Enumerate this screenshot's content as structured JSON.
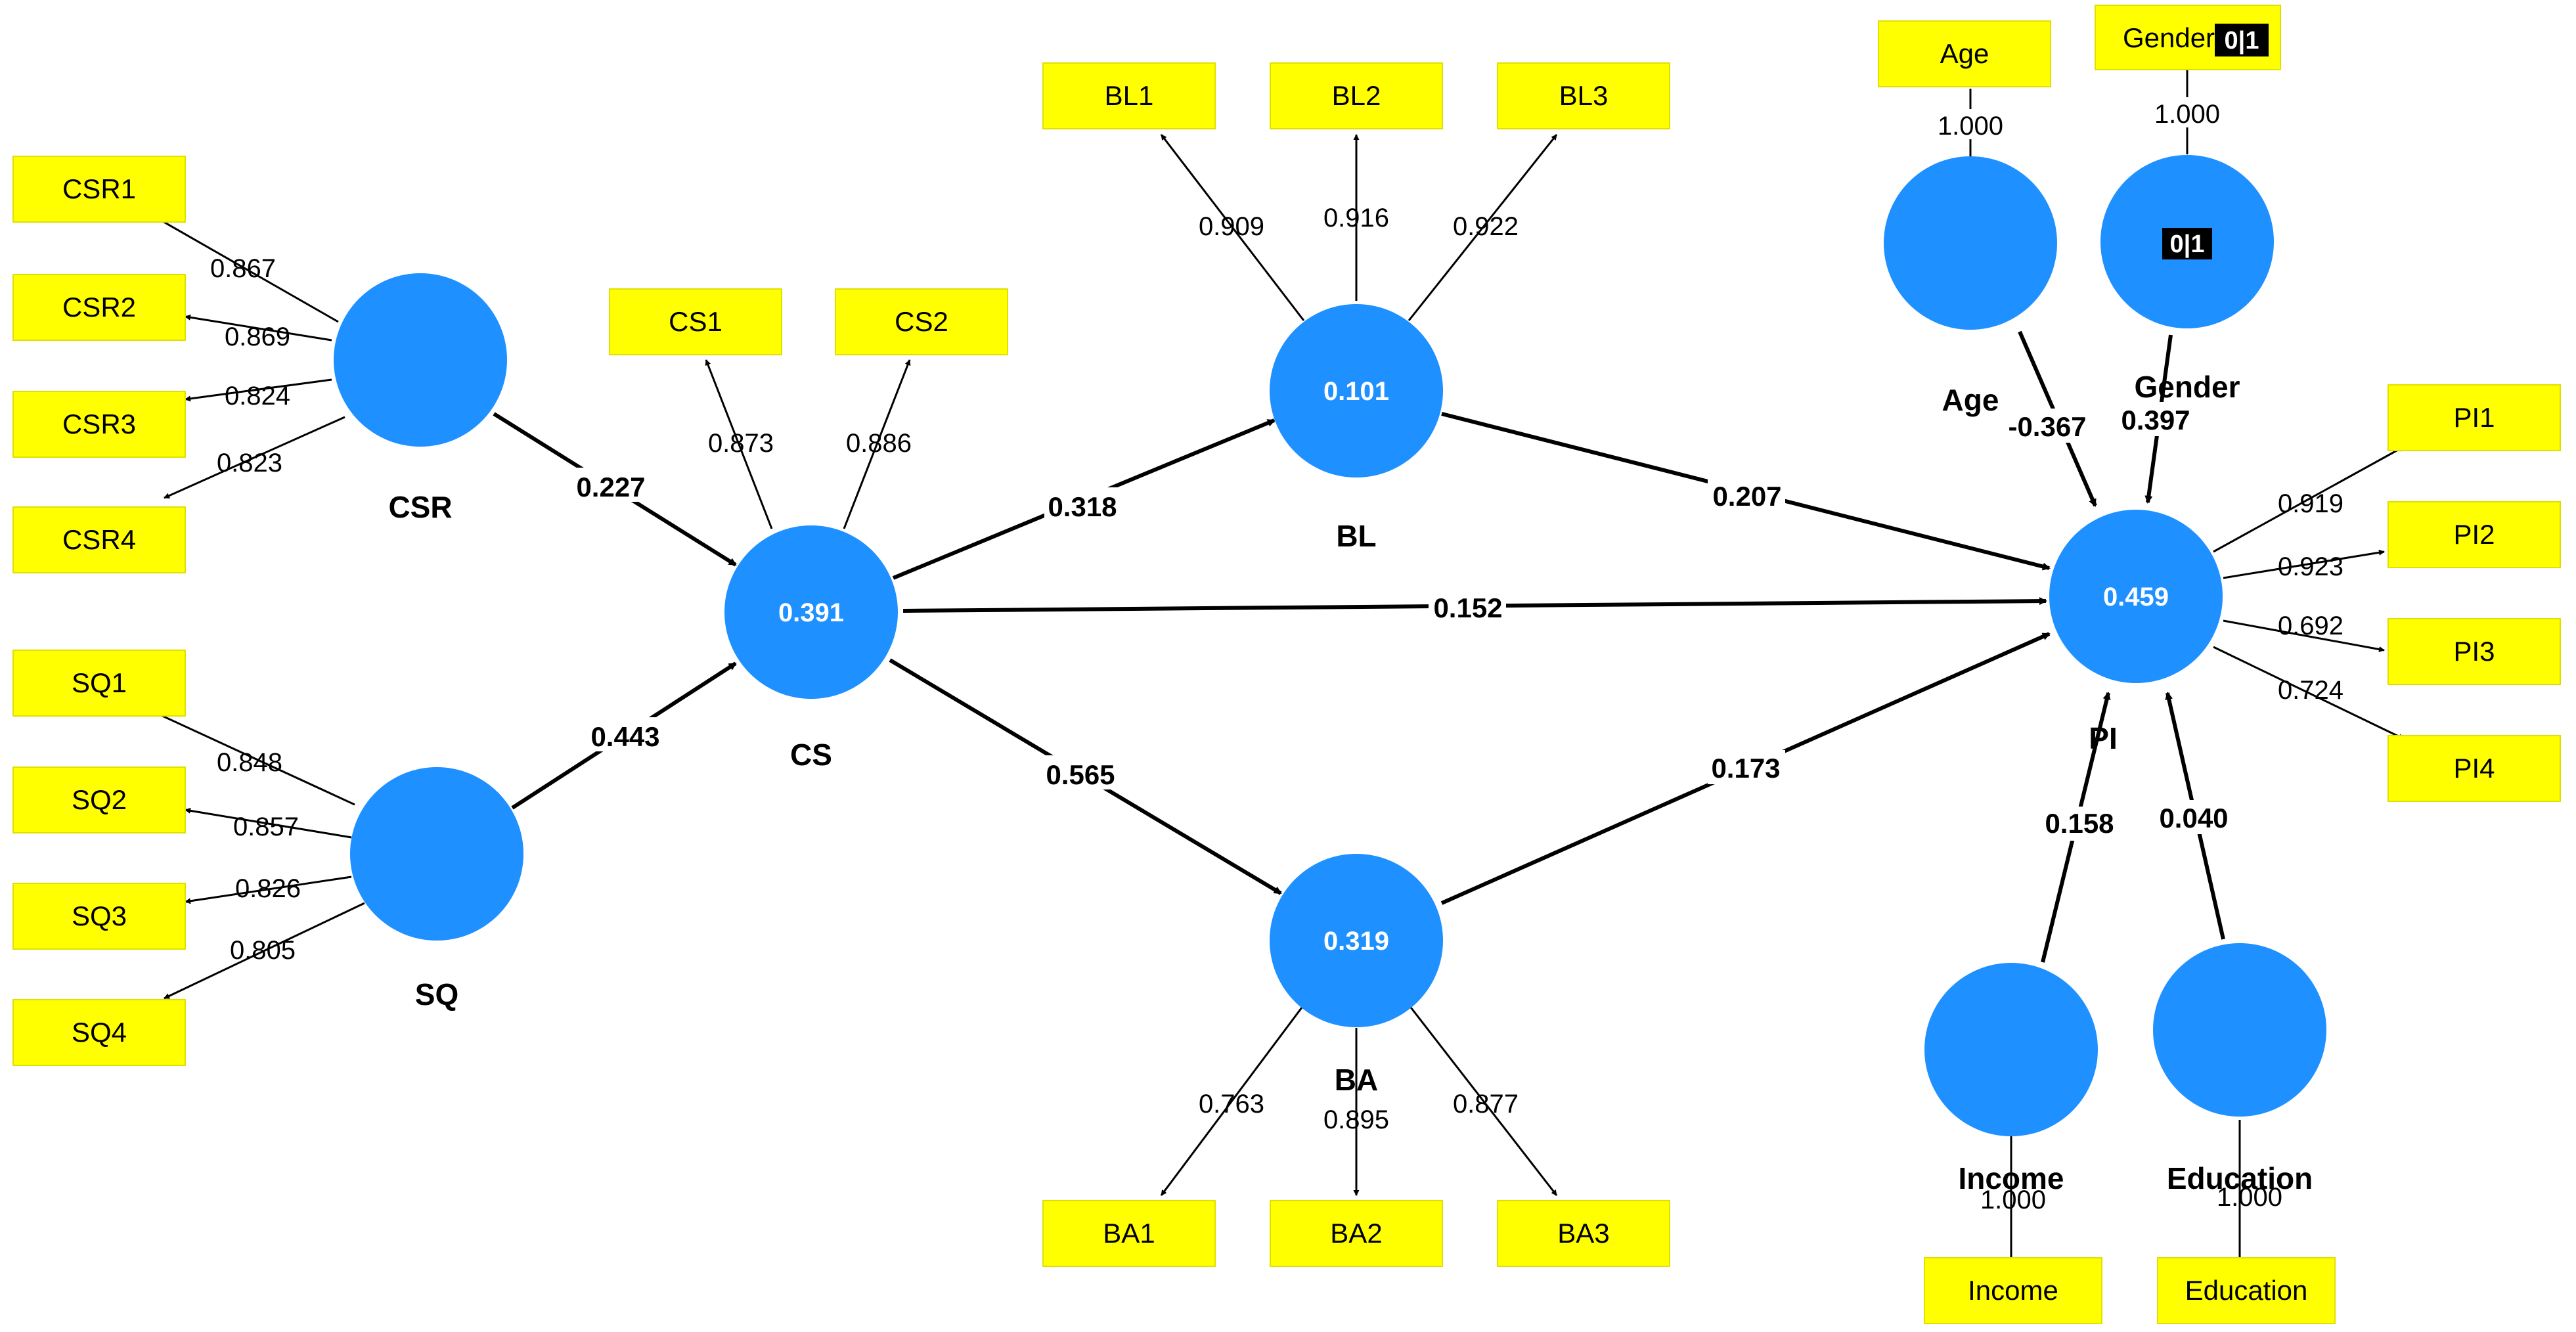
{
  "colors": {
    "indicator_fill": "#ffff00",
    "latent_fill": "#1e90ff",
    "latent_value_text": "#ffffff",
    "line": "#000000",
    "text": "#000000"
  },
  "latents": {
    "csr": {
      "label": "CSR",
      "value": ""
    },
    "sq": {
      "label": "SQ",
      "value": ""
    },
    "cs": {
      "label": "CS",
      "value": "0.391"
    },
    "bl": {
      "label": "BL",
      "value": "0.101"
    },
    "ba": {
      "label": "BA",
      "value": "0.319"
    },
    "pi": {
      "label": "PI",
      "value": "0.459"
    },
    "age": {
      "label": "Age",
      "value": ""
    },
    "gender": {
      "label": "Gender",
      "value": "0|1"
    },
    "income": {
      "label": "Income",
      "value": ""
    },
    "education": {
      "label": "Education",
      "value": ""
    }
  },
  "indicators": {
    "CSR1": "CSR1",
    "CSR2": "CSR2",
    "CSR3": "CSR3",
    "CSR4": "CSR4",
    "SQ1": "SQ1",
    "SQ2": "SQ2",
    "SQ3": "SQ3",
    "SQ4": "SQ4",
    "CS1": "CS1",
    "CS2": "CS2",
    "BL1": "BL1",
    "BL2": "BL2",
    "BL3": "BL3",
    "BA1": "BA1",
    "BA2": "BA2",
    "BA3": "BA3",
    "PI1": "PI1",
    "PI2": "PI2",
    "PI3": "PI3",
    "PI4": "PI4",
    "Age": "Age",
    "Gender": "Gender",
    "Gender_badge": "0|1",
    "Income": "Income",
    "Education": "Education"
  },
  "loadings": {
    "CSR1": "0.867",
    "CSR2": "0.869",
    "CSR3": "0.824",
    "CSR4": "0.823",
    "SQ1": "0.848",
    "SQ2": "0.857",
    "SQ3": "0.826",
    "SQ4": "0.805",
    "CS1": "0.873",
    "CS2": "0.886",
    "BL1": "0.909",
    "BL2": "0.916",
    "BL3": "0.922",
    "BA1": "0.763",
    "BA2": "0.895",
    "BA3": "0.877",
    "PI1": "0.919",
    "PI2": "0.923",
    "PI3": "0.692",
    "PI4": "0.724",
    "Age": "1.000",
    "Gender": "1.000",
    "Income": "1.000",
    "Education": "1.000"
  },
  "paths": {
    "csr_cs": "0.227",
    "sq_cs": "0.443",
    "cs_bl": "0.318",
    "cs_pi": "0.152",
    "cs_ba": "0.565",
    "bl_pi": "0.207",
    "ba_pi": "0.173",
    "age_pi": "-0.367",
    "gender_pi": "0.397",
    "income_pi": "0.158",
    "education_pi": "0.040"
  }
}
